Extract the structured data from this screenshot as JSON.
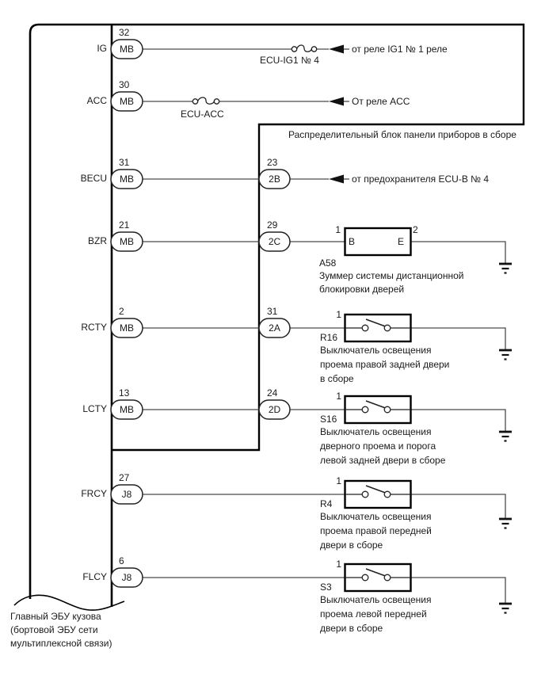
{
  "ecu": {
    "caption": [
      "Главный ЭБУ кузова",
      "(бортовой ЭБУ сети",
      "мультиплексной связи)"
    ],
    "pins": [
      {
        "name": "IG",
        "num": "32",
        "conn": "MB"
      },
      {
        "name": "ACC",
        "num": "30",
        "conn": "MB"
      },
      {
        "name": "BECU",
        "num": "31",
        "conn": "MB"
      },
      {
        "name": "BZR",
        "num": "21",
        "conn": "MB"
      },
      {
        "name": "RCTY",
        "num": "2",
        "conn": "MB"
      },
      {
        "name": "LCTY",
        "num": "13",
        "conn": "MB"
      },
      {
        "name": "FRCY",
        "num": "27",
        "conn": "J8"
      },
      {
        "name": "FLCY",
        "num": "6",
        "conn": "J8"
      }
    ]
  },
  "junction_block": {
    "label": "Распределительный блок панели приборов в сборе",
    "connectors": [
      {
        "num": "23",
        "id": "2B"
      },
      {
        "num": "29",
        "id": "2C"
      },
      {
        "num": "31",
        "id": "2A"
      },
      {
        "num": "24",
        "id": "2D"
      }
    ]
  },
  "fuses": [
    {
      "label": "ECU-IG1 № 4"
    },
    {
      "label": "ECU-ACC"
    }
  ],
  "sources": [
    {
      "label": "от реле IG1 № 1 реле"
    },
    {
      "label": "От реле ACC"
    },
    {
      "label": "от предохранителя ECU-B № 4"
    }
  ],
  "components": [
    {
      "code": "A58",
      "pin_in": "1",
      "pin_out": "2",
      "term_in": "B",
      "term_out": "E",
      "desc": [
        "Зуммер системы дистанционной",
        "блокировки дверей"
      ]
    },
    {
      "code": "R16",
      "pin_in": "1",
      "desc": [
        "Выключатель освещения",
        "проема правой задней двери",
        "в сборе"
      ]
    },
    {
      "code": "S16",
      "pin_in": "1",
      "desc": [
        "Выключатель освещения",
        "дверного проема и порога",
        "левой задней двери в сборе"
      ]
    },
    {
      "code": "R4",
      "pin_in": "1",
      "desc": [
        "Выключатель освещения",
        "проема правой передней",
        "двери в сборе"
      ]
    },
    {
      "code": "S3",
      "pin_in": "1",
      "desc": [
        "Выключатель освещения",
        "проема левой передней",
        "двери в сборе"
      ]
    }
  ],
  "colors": {
    "border": "#000000",
    "wire": "#4a4a4a",
    "text": "#1a1a1a",
    "background": "#ffffff"
  }
}
